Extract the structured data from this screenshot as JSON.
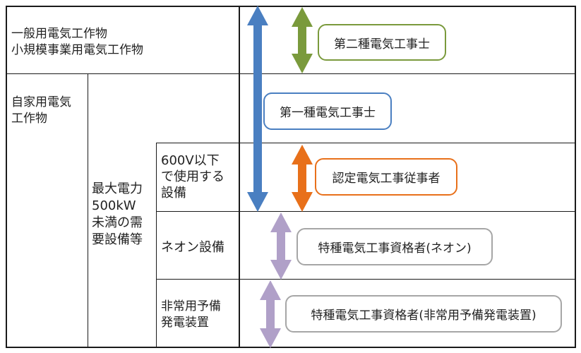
{
  "colors": {
    "blue": "#4a7fc1",
    "green": "#7a9a3c",
    "orange": "#e8701a",
    "purple": "#b0a0c8",
    "border_gray": "#a6a6a6"
  },
  "rows": {
    "general": "一般用電気工作物\n小規模事業用電気工作物",
    "private": "自家用電気\n工作物",
    "max_power": "最大電力\n500kW\n未満の需\n要設備等",
    "under600v": "600V以下\nで使用する\n設備",
    "neon": "ネオン設備",
    "emergency": "非常用予備\n発電装置"
  },
  "qualifications": {
    "second_class": "第二種電気工事士",
    "first_class": "第一種電気工事士",
    "certified": "認定電気工事従事者",
    "special_neon": "特種電気工事資格者(ネオン)",
    "special_emergency": "特種電気工事資格者(非常用予備発電装置)"
  }
}
